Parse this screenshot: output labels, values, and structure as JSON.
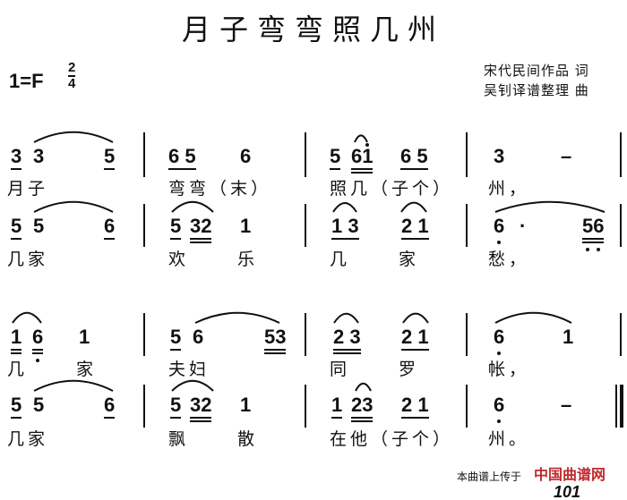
{
  "title": "月子弯弯照几州",
  "key": "1=F",
  "time_signature": {
    "top": "2",
    "bottom": "4"
  },
  "credits": [
    "宋代民间作品 词",
    "吴钊译谱整理 曲"
  ],
  "rows": [
    {
      "notes": [
        "3",
        "3",
        "5",
        "6 5",
        "6",
        "5",
        "61",
        "6 5",
        "3",
        "–"
      ],
      "lyrics": [
        "月子",
        "弯弯（末）",
        "照几（子个）",
        "州，"
      ]
    },
    {
      "notes": [
        "5",
        "5",
        "6",
        "5",
        "32",
        "1",
        "1 3",
        "2 1",
        "6",
        "·",
        "56"
      ],
      "lyrics": [
        "几家",
        "欢",
        "乐",
        "几",
        "家",
        "愁，"
      ]
    },
    {
      "notes": [
        "1",
        "6",
        "1",
        "5",
        "6",
        "53",
        "2 3",
        "2 1",
        "6",
        "1"
      ],
      "lyrics": [
        "几",
        "家",
        "夫妇",
        "同",
        "罗",
        "帐，"
      ]
    },
    {
      "notes": [
        "5",
        "5",
        "6",
        "5",
        "32",
        "1",
        "1",
        "23",
        "2 1",
        "6",
        "–"
      ],
      "lyrics": [
        "几家",
        "飘",
        "散",
        "在他（子个）",
        "州。"
      ]
    }
  ],
  "footer": {
    "text": "本曲谱上传于",
    "logo": "中国曲谱网",
    "page": "101"
  }
}
